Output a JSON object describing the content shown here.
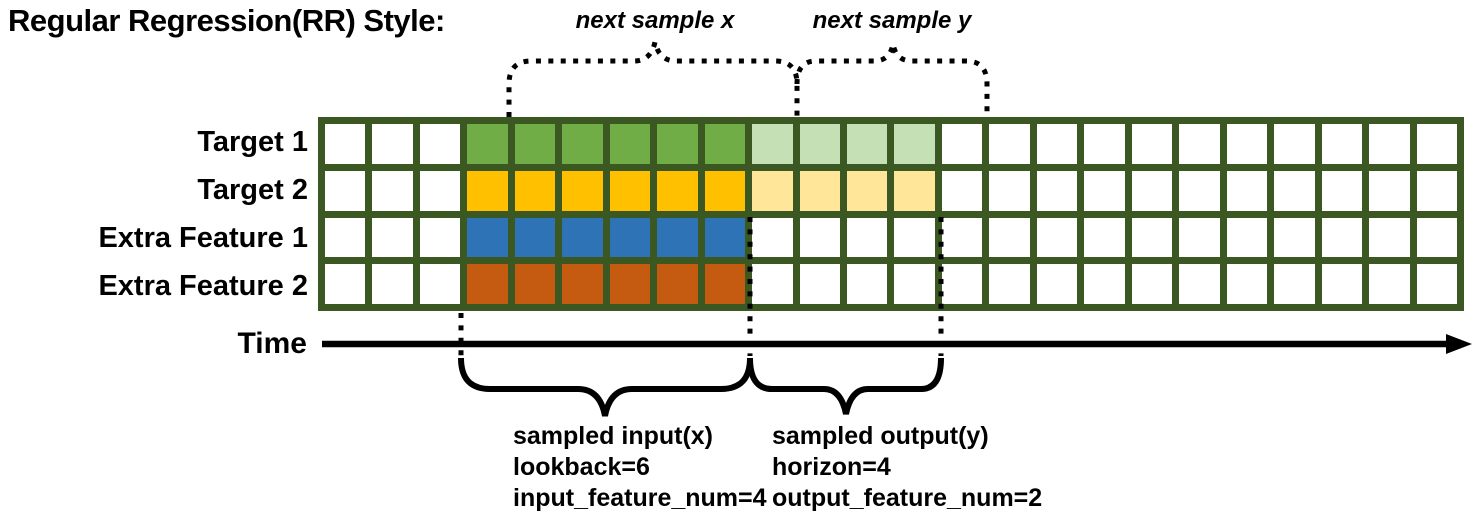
{
  "title": "Regular Regression(RR) Style:",
  "top_annotations": {
    "next_sample_x": "next sample x",
    "next_sample_y": "next sample y"
  },
  "rows": [
    {
      "label": "Target 1",
      "fill": "#70AD47",
      "light_fill": "#C5E0B4"
    },
    {
      "label": "Target 2",
      "fill": "#FFC000",
      "light_fill": "#FFE699"
    },
    {
      "label": "Extra Feature 1",
      "fill": "#2E73B6",
      "light_fill": null
    },
    {
      "label": "Extra Feature 2",
      "fill": "#C55A11",
      "light_fill": null
    }
  ],
  "grid": {
    "columns": 24,
    "input_start_col": 3,
    "lookback": 6,
    "horizon": 4,
    "border_color": "#3B5823",
    "cell_color": "#FFFFFF"
  },
  "time_axis": {
    "label": "Time"
  },
  "bottom_annotations": {
    "input": {
      "lines": [
        "sampled input(x)",
        "lookback=6",
        "input_feature_num=4"
      ]
    },
    "output": {
      "lines": [
        "sampled output(y)",
        "horizon=4",
        "output_feature_num=2"
      ]
    }
  }
}
